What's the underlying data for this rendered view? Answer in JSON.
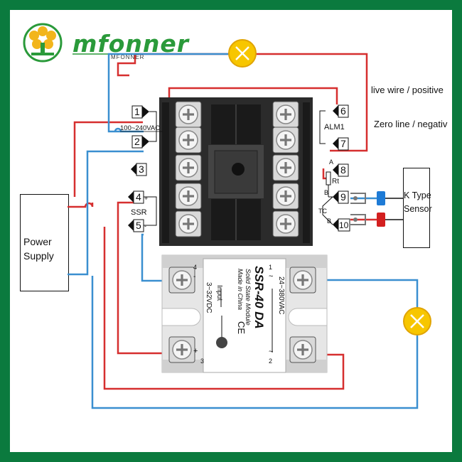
{
  "brand": {
    "name": "mfonner",
    "subname": "MFONNER"
  },
  "legend": {
    "live": "live wire / positive",
    "zero": "Zero line / negativ"
  },
  "power_supply": {
    "label": "Power Supply"
  },
  "sensor": {
    "label": "K Type Sensor"
  },
  "terminals": {
    "t1": "1",
    "t2": "2",
    "t3": "3",
    "t4": "4",
    "t5": "5",
    "t6": "6",
    "t7": "7",
    "t8": "8",
    "t9": "9",
    "t10": "10"
  },
  "controller_labels": {
    "voltage": "100~240VAC",
    "ssr": "SSR",
    "alm": "ALM1",
    "rt": "Rt",
    "tc": "TC",
    "a": "A",
    "b1": "B",
    "b2": "B",
    "plus": "+",
    "minus": "-"
  },
  "ssr_module": {
    "model": "SSR-40 DA",
    "subtitle": "Solid State Module",
    "made": "Made in China",
    "input": "Input",
    "input_range": "3~32VDC",
    "output_range": "24~380VAC",
    "ce": "CE",
    "pin1": "1",
    "pin2": "2",
    "pin3": "3",
    "pin4": "4",
    "tilde1": "~",
    "tilde2": "~",
    "plus": "+",
    "minus": "-"
  },
  "colors": {
    "live": "#d62f2f",
    "zero": "#3a8fd0",
    "brand": "#2a9a3a",
    "lamp": "#f7c600"
  }
}
